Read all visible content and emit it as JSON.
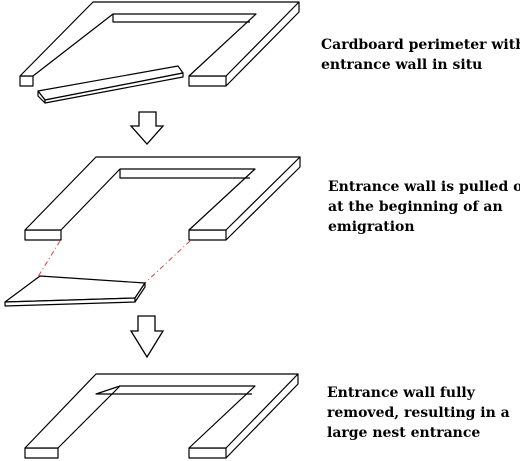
{
  "captions": [
    {
      "lines": [
        "Cardboard perimeter with",
        "entrance wall in situ"
      ]
    },
    {
      "lines": [
        "Entrance wall is pulled out",
        "at the beginning of an",
        "emigration"
      ]
    },
    {
      "lines": [
        "Entrance wall fully",
        "removed, resulting in a",
        "large nest entrance"
      ]
    }
  ],
  "colors": {
    "outline": "#000000",
    "guide_lines": "#e0403a",
    "fill": "#ffffff"
  }
}
